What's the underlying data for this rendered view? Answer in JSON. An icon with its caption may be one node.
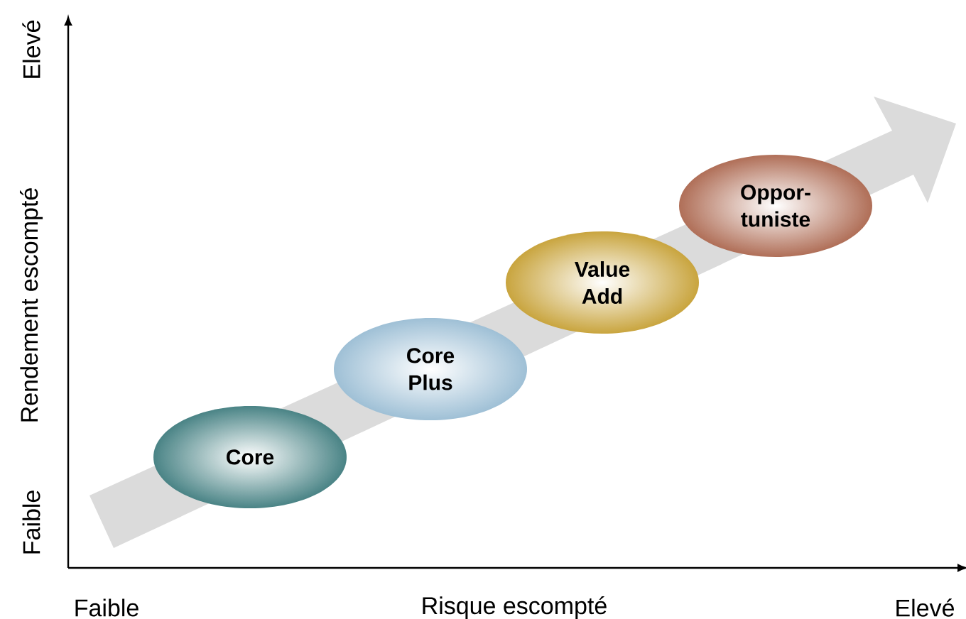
{
  "diagram": {
    "nodes": [
      {
        "text": [
          "Core"
        ]
      },
      {
        "text": [
          "Core Plus"
        ]
      },
      {
        "text": [
          "Value Add"
        ]
      },
      {
        "text": [
          "Oppor- tuniste"
        ]
      }
    ],
    "labels": [
      "Elevé",
      "Rendement escompté",
      "Faible",
      "Faible",
      "Risque escompté",
      "Elevé"
    ]
  }
}
